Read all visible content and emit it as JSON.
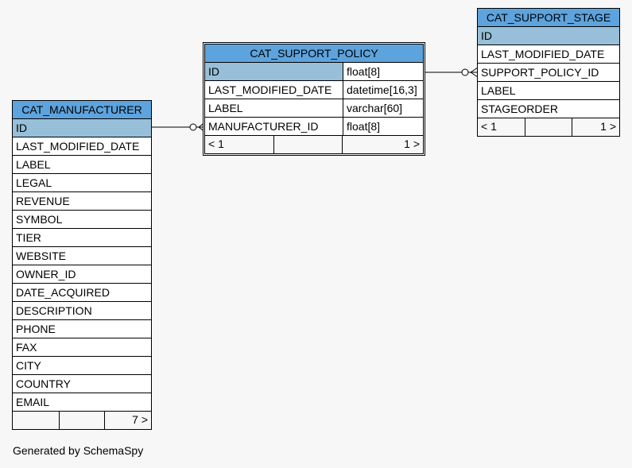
{
  "tables": {
    "manufacturer": {
      "name": "CAT_MANUFACTURER",
      "columns": [
        "ID",
        "LAST_MODIFIED_DATE",
        "LABEL",
        "LEGAL",
        "REVENUE",
        "SYMBOL",
        "TIER",
        "WEBSITE",
        "OWNER_ID",
        "DATE_ACQUIRED",
        "DESCRIPTION",
        "PHONE",
        "FAX",
        "CITY",
        "COUNTRY",
        "EMAIL"
      ],
      "footer": {
        "left": "",
        "mid": "",
        "right": "7 >"
      }
    },
    "support_policy": {
      "name": "CAT_SUPPORT_POLICY",
      "columns": [
        {
          "name": "ID",
          "type": "float[8]"
        },
        {
          "name": "LAST_MODIFIED_DATE",
          "type": "datetime[16,3]"
        },
        {
          "name": "LABEL",
          "type": "varchar[60]"
        },
        {
          "name": "MANUFACTURER_ID",
          "type": "float[8]"
        }
      ],
      "footer": {
        "left": "< 1",
        "mid": "",
        "right": "1 >"
      }
    },
    "support_stage": {
      "name": "CAT_SUPPORT_STAGE",
      "columns": [
        "ID",
        "LAST_MODIFIED_DATE",
        "SUPPORT_POLICY_ID",
        "LABEL",
        "STAGEORDER"
      ],
      "footer": {
        "left": "< 1",
        "mid": "",
        "right": "1 >"
      }
    }
  },
  "credit": "Generated by SchemaSpy"
}
